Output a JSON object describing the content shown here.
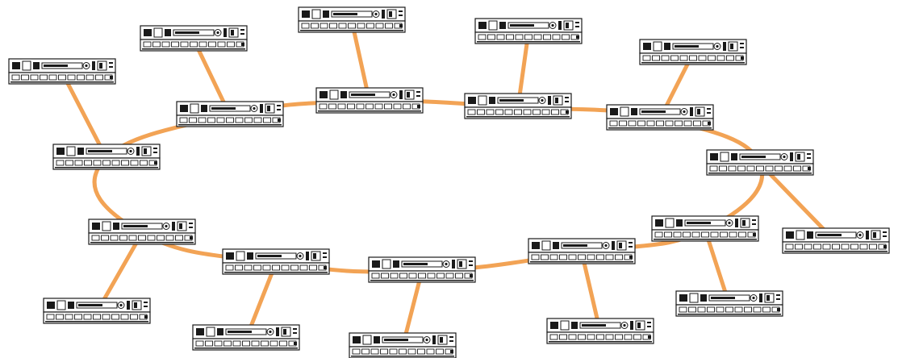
{
  "diagram": {
    "type": "ring network topology",
    "colors": {
      "link": "#f2a355",
      "device_outline": "#1a1a1a",
      "device_fill": "#ffffff",
      "port_fill": "#ffffff",
      "background": "#ffffff"
    },
    "ring_device_ids": [
      "r1",
      "r2",
      "r3",
      "r4",
      "r5",
      "r6",
      "r7",
      "r8",
      "r9",
      "r10",
      "r11",
      "r12"
    ],
    "leaf_device_ids": [
      "l1",
      "l2",
      "l3",
      "l4",
      "l5",
      "l6",
      "l7",
      "l8",
      "l9",
      "l10",
      "l11",
      "l12"
    ],
    "spoke_links": [
      [
        "r1",
        "l1"
      ],
      [
        "r2",
        "l2"
      ],
      [
        "r3",
        "l3"
      ],
      [
        "r4",
        "l4"
      ],
      [
        "r5",
        "l5"
      ],
      [
        "r6",
        "l6"
      ],
      [
        "r7",
        "l7"
      ],
      [
        "r8",
        "l8"
      ],
      [
        "r9",
        "l9"
      ],
      [
        "r10",
        "l10"
      ],
      [
        "r11",
        "l11"
      ],
      [
        "r12",
        "l12"
      ]
    ],
    "device_icon": "network-switch-icon"
  }
}
